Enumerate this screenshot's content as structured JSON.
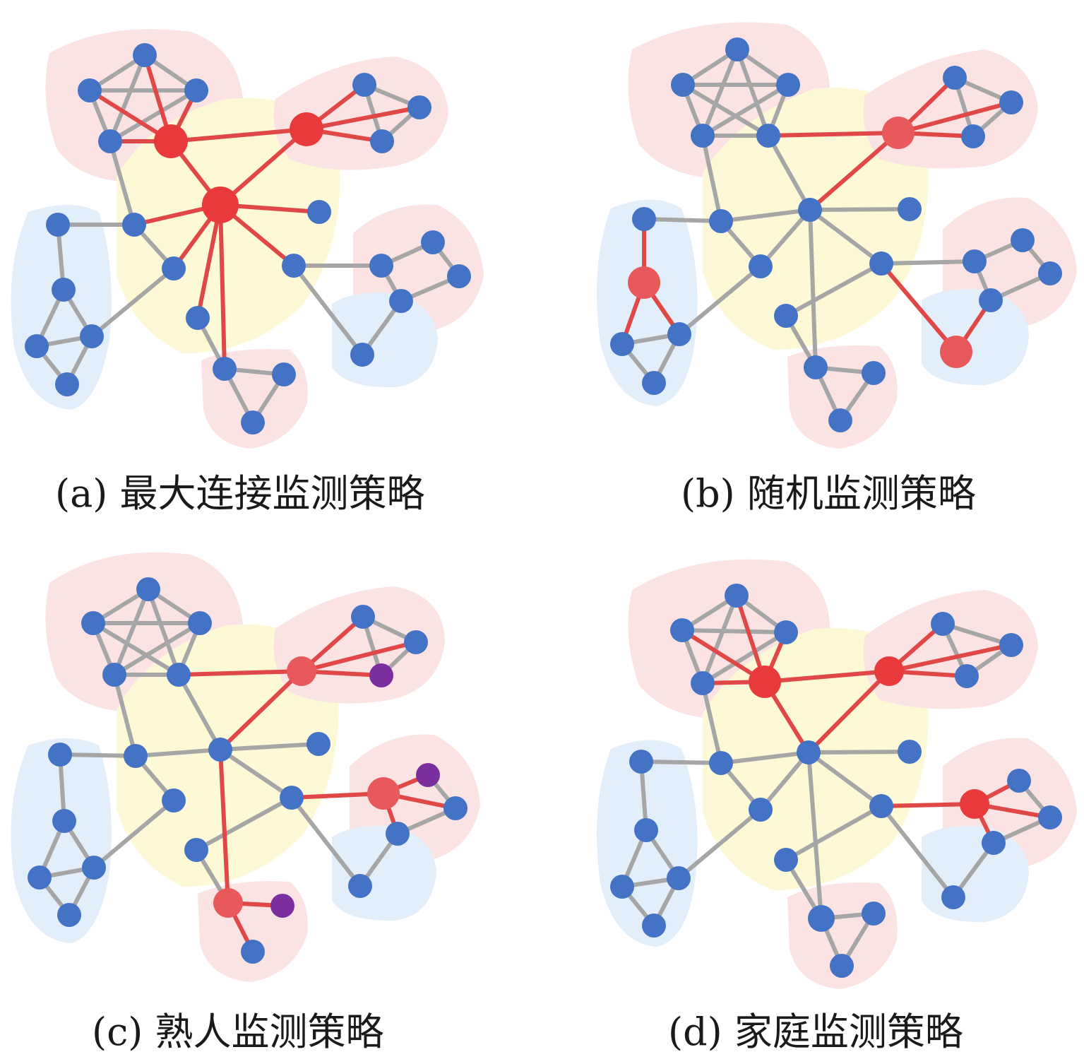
{
  "captions": {
    "a": "(a) 最大连接监测策略",
    "b": "(b) 随机监测策略",
    "c": "(c) 熟人监测策略",
    "d": "(d) 家庭监测策略"
  },
  "colors": {
    "node_default": "#4472c4",
    "node_monitored": "#e83a3a",
    "node_monitored_light": "#e8595c",
    "node_acquaintance": "#7b2f9e",
    "edge_default": "#a6a6a6",
    "edge_monitored": "#e04848",
    "region_red": "#fbe3e3",
    "region_yellow": "#fdf9d6",
    "region_blue": "#e2eefa"
  },
  "panels": [
    {
      "id": "a",
      "strategy": "max-degree",
      "highlighted_hubs": [
        "h1",
        "h2",
        "h3"
      ]
    },
    {
      "id": "b",
      "strategy": "random",
      "highlighted_hubs": [
        "random-1",
        "random-2",
        "random-3"
      ]
    },
    {
      "id": "c",
      "strategy": "acquaintance",
      "highlighted_hubs": [
        "acq-1",
        "acq-2",
        "acq-3"
      ],
      "acquaintances": [
        "acq-n1",
        "acq-n2",
        "acq-n3"
      ]
    },
    {
      "id": "d",
      "strategy": "family",
      "highlighted_hubs": [
        "fam-1",
        "fam-2",
        "fam-3"
      ]
    }
  ]
}
